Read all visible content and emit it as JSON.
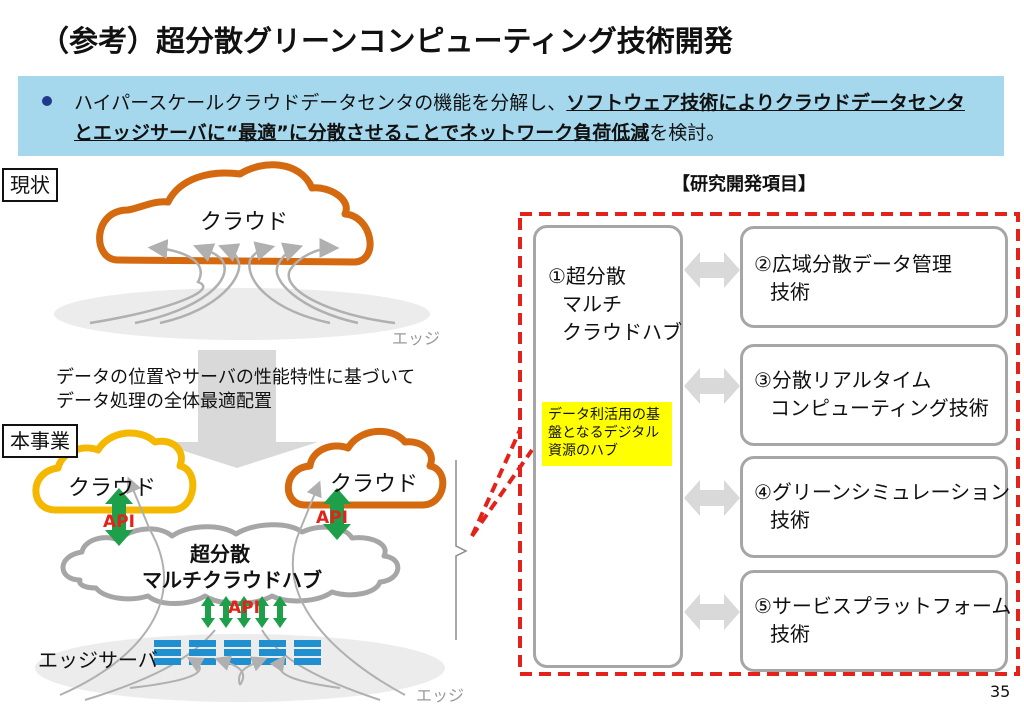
{
  "title": "（参考）超分散グリーンコンピューティング技術開発",
  "summary": {
    "line1_plain": "ハイパースケールクラウドデータセンタの機能を分解し、",
    "line1_bold": "ソフトウェア技術によりクラウドデータセンタ",
    "line2_bold": "とエッジサーバに“最適”に分散させることでネットワーク負荷低減",
    "line2_plain": "を検討。"
  },
  "current": {
    "tag": "現状",
    "cloud_label": "クラウド",
    "edge_label": "エッジ"
  },
  "transition_note": {
    "line1": "データの位置やサーバの性能特性に基づいて",
    "line2": "データ処理の全体最適配置"
  },
  "project": {
    "tag": "本事業",
    "cloud_left": "クラウド",
    "cloud_right": "クラウド",
    "api_label": "API",
    "hub_line1": "超分散",
    "hub_line2": "マルチクラウドハブ",
    "edge_server_label": "エッジサーバ",
    "edge_label": "エッジ"
  },
  "rd": {
    "title": "【研究開発項目】",
    "hub": {
      "line1": "①超分散",
      "line2": "マルチ",
      "line3": "クラウドハブ",
      "note": "データ利活用の基盤となるデジタル資源のハブ"
    },
    "items": [
      {
        "line1": "②広域分散データ管理",
        "line2": "技術"
      },
      {
        "line1": "③分散リアルタイム",
        "line2": "コンピューティング技術"
      },
      {
        "line1": "④グリーンシミュレーション",
        "line2": "技術"
      },
      {
        "line1": "⑤サービスプラットフォーム",
        "line2": "技術"
      }
    ]
  },
  "page_number": "35",
  "colors": {
    "summary_bg": "#a6d8ed",
    "cloud_orange": "#d4690f",
    "cloud_yellow": "#f5b800",
    "api_green": "#1ea04a",
    "api_red": "#e3221b",
    "server_blue": "#1f8fd0",
    "dashed_red": "#e3221b"
  }
}
